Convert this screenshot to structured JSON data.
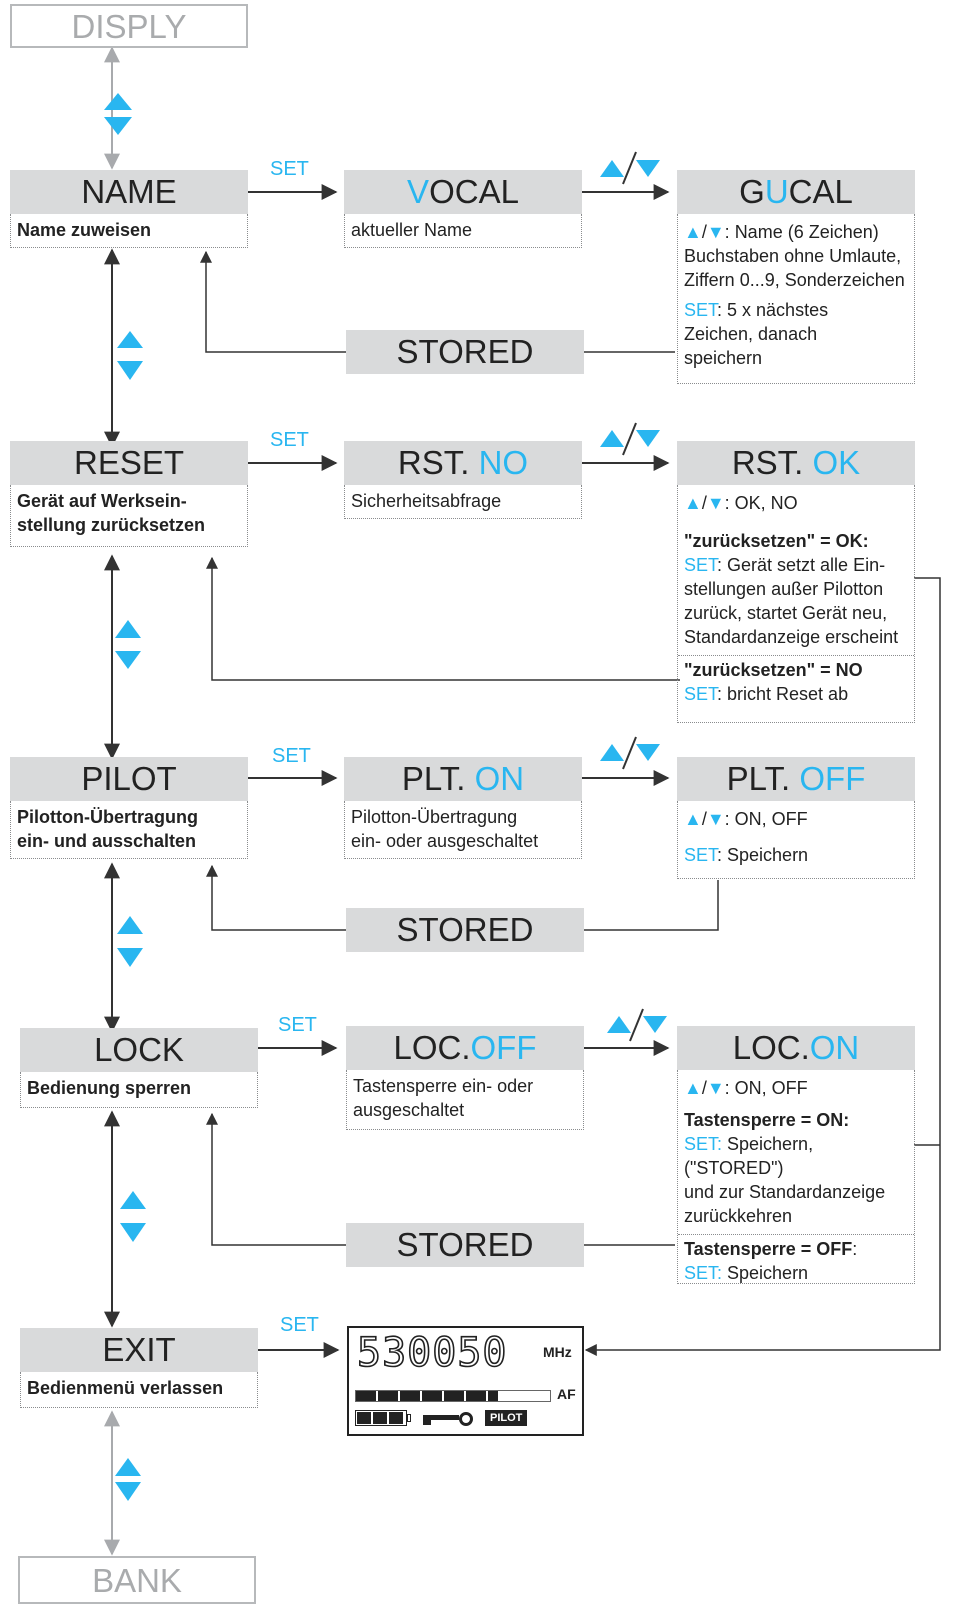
{
  "nav": {
    "top": "DISPLY",
    "bottom": "BANK"
  },
  "menu": [
    {
      "key": "name",
      "title": "NAME",
      "desc": "Name zuweisen",
      "set": "SET",
      "mid": {
        "pre": "",
        "hl": "V",
        "post": "OCAL",
        "desc": "aktueller Name"
      },
      "right": {
        "pre": "G",
        "hl": "U",
        "post": "CAL",
        "lines": [
          "Name (6 Zeichen)",
          "Buchstaben ohne Umlaute,",
          "Ziffern 0...9, Sonderzeichen"
        ],
        "set_label": "SET",
        "set_text": ": 5 x nächstes",
        "set_more": [
          "Zeichen, danach",
          "speichern"
        ]
      },
      "stored": "STORED"
    },
    {
      "key": "reset",
      "title": "RESET",
      "desc": [
        "Gerät auf Werksein-",
        "stellung zurücksetzen"
      ],
      "set": "SET",
      "mid": {
        "pre": "RST. ",
        "hl": "NO",
        "desc": "Sicherheitsabfrage"
      },
      "right": {
        "pre": "RST. ",
        "hl": "OK",
        "opts": ": OK, NO",
        "ok_head": "\"zurücksetzen\" = OK:",
        "ok_set": "SET",
        "ok_text": ": Gerät setzt alle Ein-",
        "ok_more": [
          "stellungen außer Pilotton",
          "zurück, startet Gerät neu,",
          "Standardanzeige erscheint"
        ],
        "no_head": "\"zurücksetzen\" = NO",
        "no_set": "SET",
        "no_text": ":  bricht Reset ab"
      }
    },
    {
      "key": "pilot",
      "title": "PILOT",
      "desc": [
        "Pilotton-Übertragung",
        "ein- und ausschalten"
      ],
      "set": "SET",
      "mid": {
        "pre": "PLT.  ",
        "hl": "ON",
        "desc": [
          "Pilotton-Übertragung",
          "ein- oder ausgeschaltet"
        ]
      },
      "right": {
        "pre": "PLT.  ",
        "hl": "OFF",
        "opts": ": ON, OFF",
        "set_label": "SET",
        "set_text": ": Speichern"
      },
      "stored": "STORED"
    },
    {
      "key": "lock",
      "title": "LOCK",
      "desc": "Bedienung sperren",
      "set": "SET",
      "mid": {
        "pre": "LOC.",
        "hl": "OFF",
        "desc": [
          "Tastensperre ein- oder",
          "ausgeschaltet"
        ]
      },
      "right": {
        "pre": "LOC.",
        "hl": "ON",
        "opts": ": ON, OFF",
        "on_head": "Tastensperre = ON:",
        "on_set": "SET:",
        "on_text": " Speichern, (\"STORED\")",
        "on_more": [
          "und zur Standardanzeige",
          "zurückkehren"
        ],
        "off_head": "Tastensperre = OFF",
        "off_colon": ":",
        "off_set": "SET:",
        "off_text": " Speichern"
      },
      "stored": "STORED"
    },
    {
      "key": "exit",
      "title": "EXIT",
      "desc": "Bedienmenü verlassen",
      "set": "SET"
    }
  ],
  "lcd": {
    "digits": "530050",
    "unit": "MHz",
    "af_label": "AF",
    "pilot_label": "PILOT",
    "af_level": 0.73,
    "battery_level": 1.0
  },
  "colors": {
    "accent": "#29b6f0",
    "header_bg": "#d9dadb",
    "line": "#333333"
  }
}
